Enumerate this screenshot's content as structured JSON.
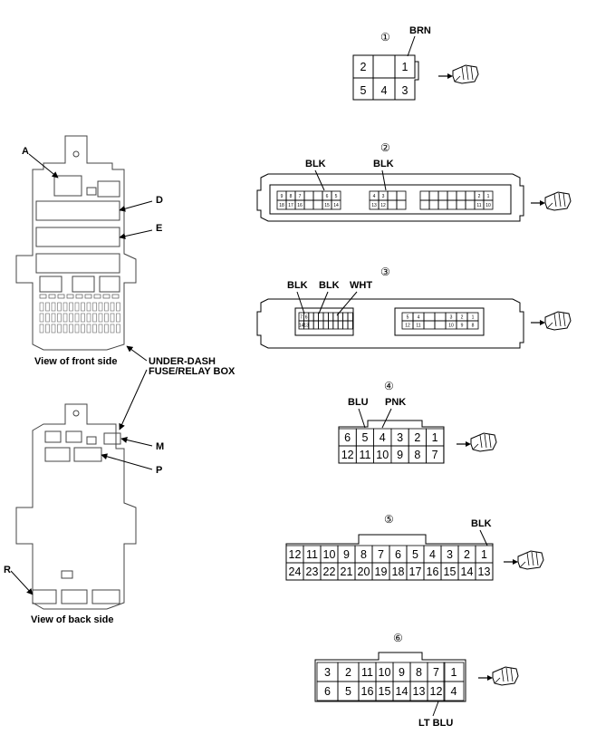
{
  "fuse_box": {
    "label_a": "A",
    "label_d": "D",
    "label_e": "E",
    "label_m": "M",
    "label_p": "P",
    "label_r": "R",
    "front_caption": "View of front side",
    "back_caption": "View of back side",
    "box_name_line1": "UNDER-DASH",
    "box_name_line2": "FUSE/RELAY BOX"
  },
  "connectors": [
    {
      "id": "①",
      "wire_labels": [
        "BRN"
      ],
      "terminals": [
        "2",
        "1",
        "5",
        "4",
        "3"
      ]
    },
    {
      "id": "②",
      "wire_labels": [
        "BLK",
        "BLK"
      ],
      "block_a_top": [
        "9",
        "8",
        "7",
        "",
        "",
        "6",
        "5"
      ],
      "block_a_bottom": [
        "18",
        "17",
        "16",
        "",
        "",
        "15",
        "14"
      ],
      "block_b_top": [
        "4",
        "3",
        "",
        ""
      ],
      "block_b_bottom": [
        "13",
        "12",
        "",
        ""
      ],
      "block_c_top": [
        "",
        "",
        "",
        "",
        "",
        "",
        "2",
        "1"
      ],
      "block_c_bottom": [
        "",
        "",
        "",
        "",
        "",
        "",
        "11",
        "10"
      ]
    },
    {
      "id": "③",
      "wire_labels": [
        "BLK",
        "BLK",
        "WHT"
      ],
      "block_a_top": [
        "7",
        "6",
        "",
        "",
        "",
        "",
        "",
        "",
        "",
        "",
        ""
      ],
      "block_a_bottom": [
        "14",
        "13",
        "",
        "",
        "",
        "",
        "",
        "",
        "",
        "",
        ""
      ],
      "block_b_top": [
        "5",
        "4",
        "",
        "",
        "3",
        "2",
        "1"
      ],
      "block_b_bottom": [
        "12",
        "11",
        "",
        "",
        "10",
        "9",
        "8"
      ]
    },
    {
      "id": "④",
      "wire_labels": [
        "BLU",
        "PNK"
      ],
      "top_row": [
        "6",
        "5",
        "4",
        "3",
        "2",
        "1"
      ],
      "bottom_row": [
        "12",
        "11",
        "10",
        "9",
        "8",
        "7"
      ]
    },
    {
      "id": "⑤",
      "wire_labels": [
        "BLK"
      ],
      "top_row": [
        "12",
        "11",
        "10",
        "9",
        "8",
        "7",
        "6",
        "5",
        "4",
        "3",
        "2",
        "1"
      ],
      "bottom_row": [
        "24",
        "23",
        "22",
        "21",
        "20",
        "19",
        "18",
        "17",
        "16",
        "15",
        "14",
        "13"
      ]
    },
    {
      "id": "⑥",
      "wire_labels": [
        "LT BLU"
      ],
      "left_top": [
        "3",
        "2"
      ],
      "left_bottom": [
        "6",
        "5"
      ],
      "mid_top": [
        "11",
        "10",
        "9",
        "8",
        "7"
      ],
      "mid_bottom": [
        "16",
        "15",
        "14",
        "13",
        "12"
      ],
      "right_top": [
        "1"
      ],
      "right_bottom": [
        "4"
      ]
    }
  ],
  "icons": {
    "probe": "probe-hand-icon"
  }
}
